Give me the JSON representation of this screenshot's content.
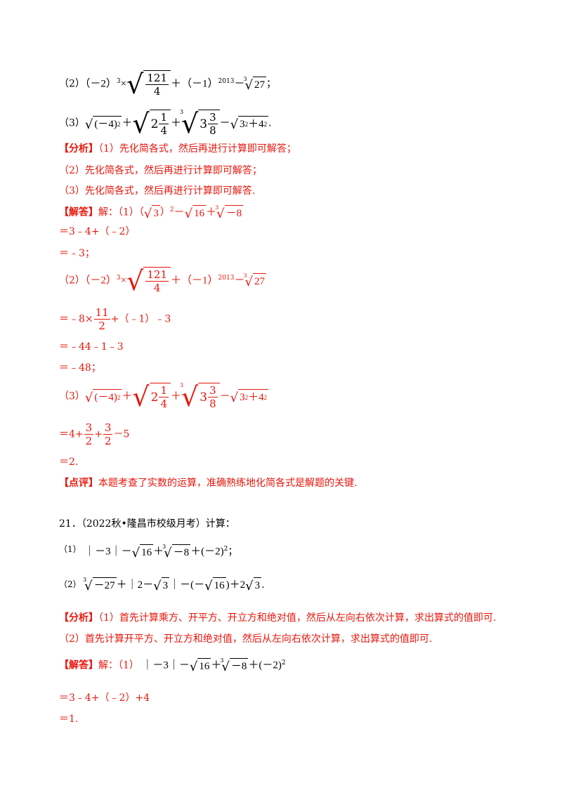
{
  "p20": {
    "q2": {
      "label": "（2）",
      "neg2": "（－2）",
      "e3": "3",
      "x": "×",
      "n121": "121",
      "d4": "4",
      "plus": "＋",
      "neg1": "（－1）",
      "e2013": "2013",
      "minus": "－",
      "i3": "3",
      "r27": "27",
      "tail": "；"
    },
    "q3": {
      "label": "（3）",
      "r1": "(－4)",
      "e2": "2",
      "plus": "＋",
      "w2": "2",
      "n1": "1",
      "d4": "4",
      "w3": "3",
      "n3": "3",
      "d8": "8",
      "minus": "－",
      "i3": "3",
      "r4": "3",
      "e2b": "2",
      "plus2": "＋",
      "r5": "4",
      "e2c": "2",
      "tail": "."
    },
    "analysis_tag": "【分析】",
    "analysis_1": "（1）先化简各式，然后再进行计算即可解答；",
    "analysis_2": "（2）先化简各式，然后再进行计算即可解答；",
    "analysis_3": "（3）先化简各式，然后再进行计算即可解答.",
    "answer_tag": "【解答】",
    "answer_intro": "解：（1）（",
    "a1": {
      "r3": "3",
      "close": "）",
      "e2": "2",
      "minus": "－",
      "r16": "16",
      "plus": "＋",
      "i3": "3",
      "r8": "－8"
    },
    "s1_line1": "＝3﹣4+（﹣2）",
    "s1_line2": "＝﹣3；",
    "s2_label": "（2）",
    "s2_line1_pre": "＝﹣8×",
    "s2_n": "11",
    "s2_d": "2",
    "s2_line1_post": "+（﹣1）﹣3",
    "s2_line2": "＝﹣44﹣1﹣3",
    "s2_line3": "＝﹣48；",
    "s3_label": "（3）",
    "s3_pre": "＝4+",
    "s3_n1": "3",
    "s3_d1": "2",
    "s3_plus": "+",
    "s3_n2": "3",
    "s3_d2": "2",
    "s3_post": "－5",
    "s3_final": "＝2.",
    "comment_tag": "【点评】",
    "comment": "本题考查了实数的运算，准确熟练地化简各式是解题的关键."
  },
  "p21": {
    "title": "21．（2022秋•隆昌市校级月考）计算：",
    "q1_label": "（1）",
    "q1": {
      "abs": "｜－3｜－",
      "r16": "16",
      "plus": "＋",
      "i3": "3",
      "r8": "－8",
      "pow": "＋(－2)",
      "e2": "2",
      "tail": "；"
    },
    "q2_label": "（2）",
    "q2": {
      "i3": "3",
      "r27": "－27",
      "mid": "＋｜2－",
      "r3": "3",
      "mid2": "｜－(－",
      "r16": "16",
      "close": ")＋2",
      "r3b": "3",
      "tail": "."
    },
    "analysis_tag": "【分析】",
    "analysis_1": "（1）首先计算乘方、开平方、开立方和绝对值，然后从左向右依次计算，求出算式的值即可.",
    "analysis_2": "（2）首先计算开平方、开立方和绝对值，然后从左向右依次计算，求出算式的值即可.",
    "answer_tag": "【解答】",
    "answer_intro": "解：（1）",
    "s1_line1": "＝3﹣4+（﹣2）+4",
    "s1_line2": "＝1."
  }
}
